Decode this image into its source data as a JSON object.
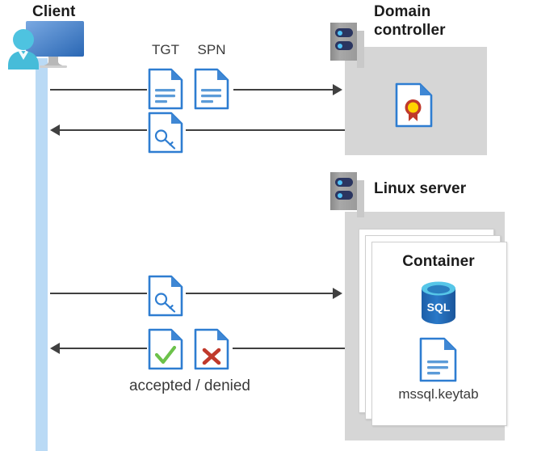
{
  "diagram": {
    "title": "Kerberos authentication flow between a Client, a Domain controller and a Linux server running a SQL Server container",
    "nodes": {
      "client": {
        "label": "Client",
        "icon": "user-workstation-icon"
      },
      "domain_controller": {
        "label": "Domain controller",
        "label_line1": "Domain",
        "label_line2": "controller",
        "icon": "server-rack-icon",
        "content_icon": "certificate-document-icon"
      },
      "linux_server": {
        "label": "Linux server",
        "icon": "server-rack-icon"
      },
      "container": {
        "label": "Container",
        "icons": [
          "sql-database-icon",
          "keytab-document-icon"
        ],
        "file_label": "mssql.keytab",
        "sql_label": "SQL"
      }
    },
    "messages": [
      {
        "id": "msg1",
        "direction": "right",
        "labels": [
          "TGT",
          "SPN"
        ],
        "icons": [
          "text-document-icon",
          "text-document-icon"
        ],
        "from": "client",
        "to": "domain_controller"
      },
      {
        "id": "msg2",
        "direction": "left",
        "labels": [],
        "icons": [
          "key-document-icon"
        ],
        "from": "domain_controller",
        "to": "client"
      },
      {
        "id": "msg3",
        "direction": "right",
        "labels": [],
        "icons": [
          "key-document-icon"
        ],
        "from": "client",
        "to": "linux_server"
      },
      {
        "id": "msg4",
        "direction": "left",
        "labels": [
          "accepted / denied"
        ],
        "icons": [
          "accepted-document-icon",
          "denied-document-icon"
        ],
        "from": "linux_server",
        "to": "client"
      }
    ],
    "labels": {
      "tgt": "TGT",
      "spn": "SPN",
      "accepted_denied": "accepted / denied",
      "mssql_keytab": "mssql.keytab",
      "sql": "SQL",
      "container": "Container",
      "client": "Client",
      "domain_line1": "Domain",
      "domain_line2": "controller",
      "linux_server": "Linux server"
    },
    "colors": {
      "accent_blue": "#2e7dd1",
      "doc_fold_blue": "#3f87d4",
      "lifeline_blue": "#badaf5",
      "zone_gray": "#d6d6d6",
      "rack_gray": "#9a9a9a",
      "rack_slot_navy": "#2a3560",
      "rack_led_cyan": "#4fc3f7",
      "arrow_gray": "#404040",
      "accept_green": "#6cc24a",
      "deny_red": "#c0392b",
      "cert_red": "#c0392b",
      "cert_yellow": "#ffd400",
      "sql_blue": "#1f64ad",
      "sql_top_cyan": "#50c3e8",
      "text_dark": "#1b1b1b",
      "text_gray": "#3a3a3a",
      "monitor_blue_top": "#6fa0dc",
      "monitor_blue_bottom": "#2f6fba",
      "person_cyan": "#4ec3e0"
    }
  }
}
